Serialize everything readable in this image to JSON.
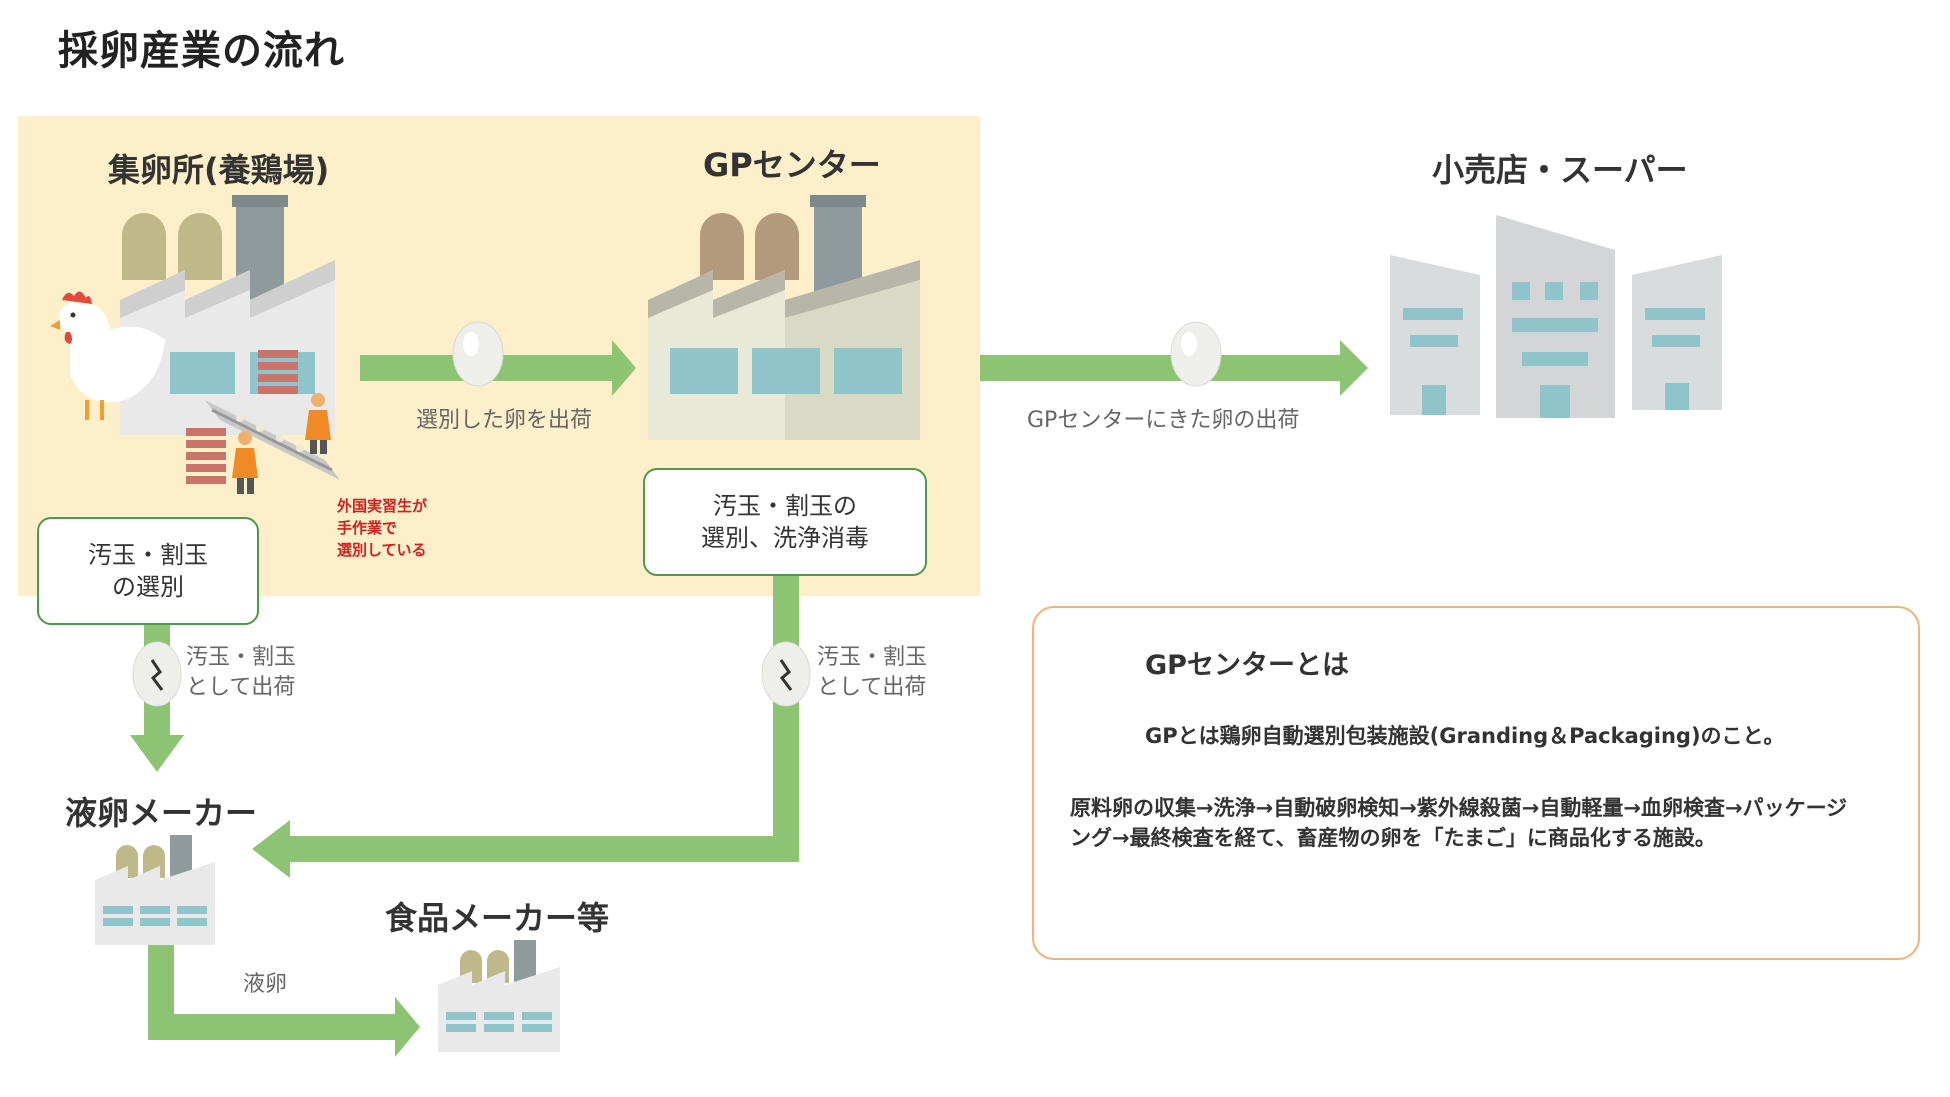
{
  "title": "採卵産業の流れ",
  "nodes": {
    "farm": "集卵所(養鶏場)",
    "gp_center": "GPセンター",
    "retail": "小売店・スーパー",
    "liquid_maker": "液卵メーカー",
    "food_maker": "食品メーカー等"
  },
  "boxes": {
    "farm_sort_line1": "汚玉・割玉",
    "farm_sort_line2": "の選別",
    "gp_sort_line1": "汚玉・割玉の",
    "gp_sort_line2": "選別、洗浄消毒"
  },
  "arrow_labels": {
    "farm_to_gp": "選別した卵を出荷",
    "gp_to_retail": "GPセンターにきた卵の出荷",
    "farm_down_line1": "汚玉・割玉",
    "farm_down_line2": "として出荷",
    "gp_down_line1": "汚玉・割玉",
    "gp_down_line2": "として出荷",
    "liquid_egg": "液卵"
  },
  "note": {
    "line1": "外国実習生が",
    "line2": "手作業で",
    "line3": "選別している"
  },
  "info": {
    "title": "GPセンターとは",
    "line1": "GPとは鶏卵自動選別包装施設(Granding＆Packaging)のこと。",
    "body": "原料卵の収集→洗浄→自動破卵検知→紫外線殺菌→自動軽量→血卵検査→パッケージング→最終検査を経て、畜産物の卵を「たまご」に商品化する施設。"
  },
  "colors": {
    "zone_bg": "#fcefc9",
    "arrow": "#8cc474",
    "box_border": "#4d9a4a",
    "info_border": "#f2b27a",
    "note": "#d02020"
  }
}
